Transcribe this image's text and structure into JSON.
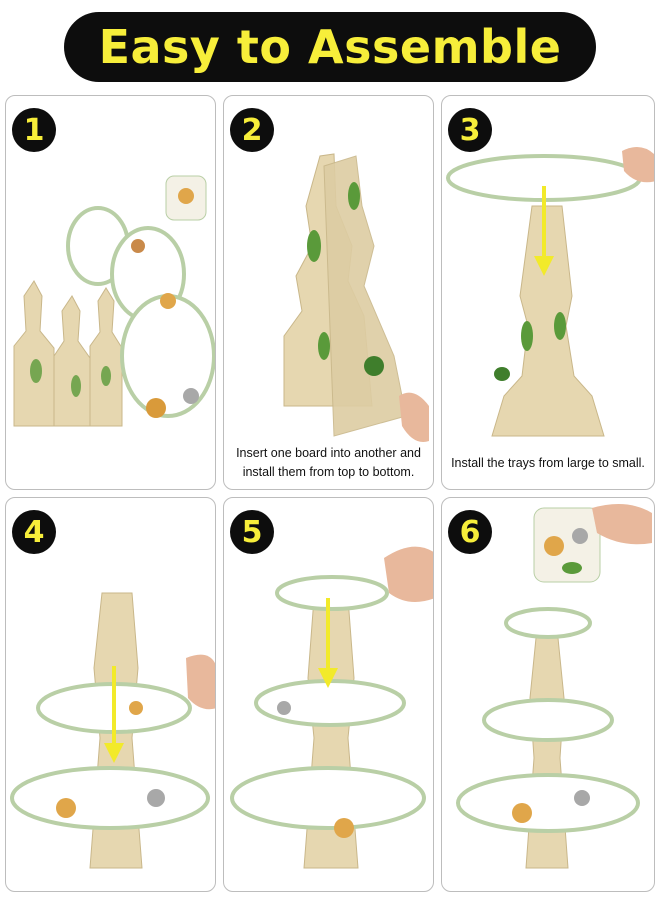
{
  "banner": {
    "title": "Easy to Assemble"
  },
  "steps": [
    {
      "number": "1",
      "caption": ""
    },
    {
      "number": "2",
      "caption": "Insert one board into another and install them from top to bottom."
    },
    {
      "number": "3",
      "caption": "Install the trays from large to small."
    },
    {
      "number": "4",
      "caption": ""
    },
    {
      "number": "5",
      "caption": ""
    },
    {
      "number": "6",
      "caption": ""
    }
  ],
  "colors": {
    "banner_bg": "#0d0d0d",
    "banner_text": "#f7ee3a",
    "board_wood": "#e6d7b0",
    "leaf_green": "#5a9a3a",
    "arrow_yellow": "#f2ea2a"
  },
  "icons": [
    "down-arrow-icon",
    "hand-icon"
  ]
}
